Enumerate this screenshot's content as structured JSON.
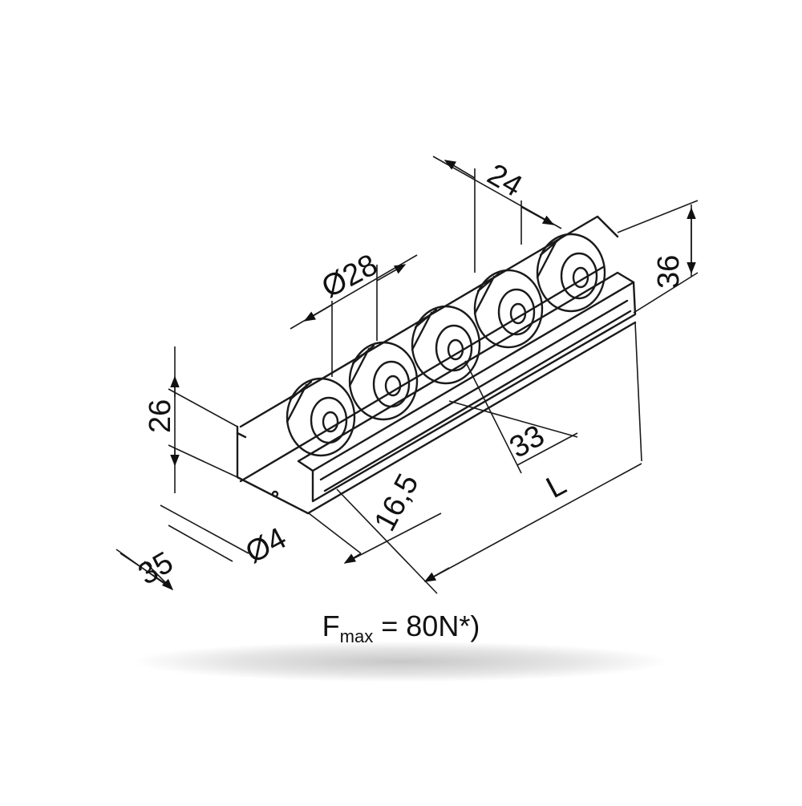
{
  "drawing": {
    "roller_count": 5,
    "colors": {
      "line": "#1a1a1a",
      "background": "#ffffff"
    }
  },
  "dimensions": {
    "roller_diameter": "Ø28",
    "roller_pitch": "24",
    "total_height": "36",
    "profile_height": "26",
    "width_offset": "33",
    "length": "L",
    "edge_offset": "16,5",
    "hole_diameter": "Ø4",
    "profile_width": "35"
  },
  "force": {
    "symbol": "F",
    "subscript": "max",
    "value": "= 80N*)"
  }
}
